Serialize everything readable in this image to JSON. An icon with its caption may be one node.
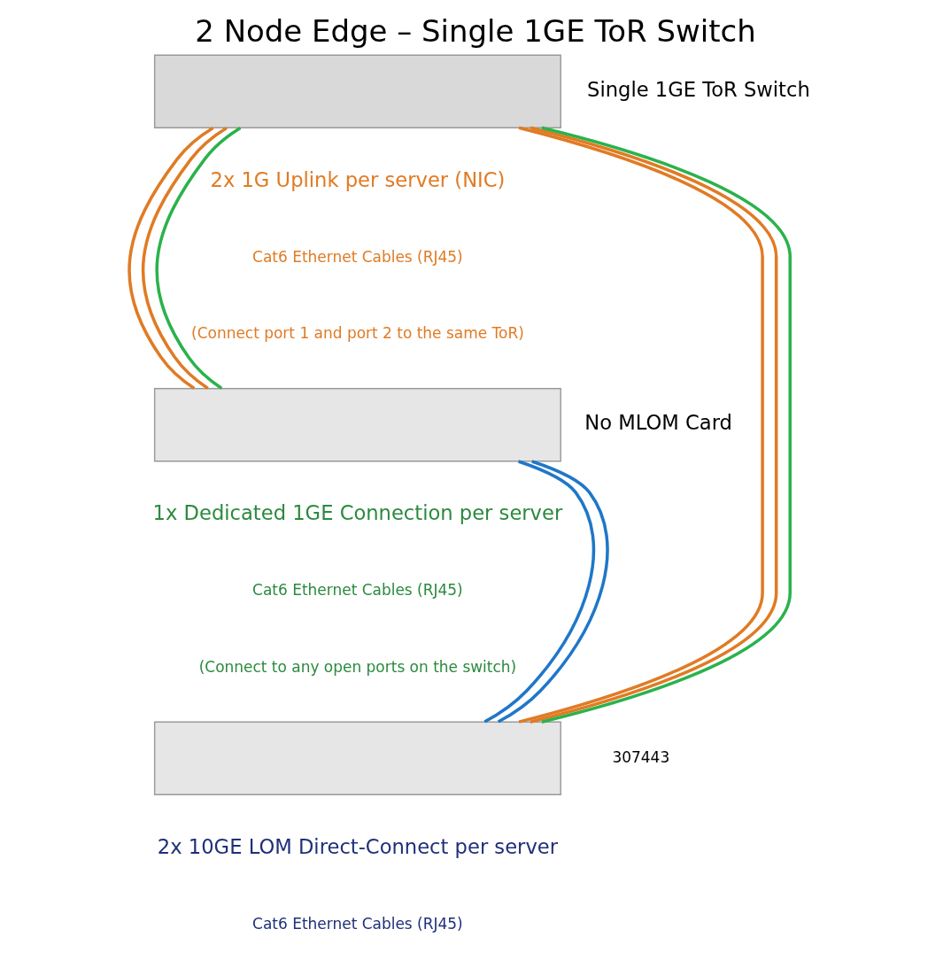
{
  "diagram": {
    "title": "2 Node Edge – Single 1GE ToR Switch",
    "nodes": [
      {
        "text": [],
        "shape": "box",
        "beside": [
          "Single 1GE ToR Switch"
        ]
      },
      {
        "text": [],
        "shape": "box",
        "beside": [
          "No MLOM Card"
        ]
      },
      {
        "text": [],
        "shape": "box"
      }
    ],
    "edges": [
      {
        "from": 0,
        "to": 1,
        "arrow": "none",
        "color": "#e07b24"
      },
      {
        "from": 0,
        "to": 1,
        "arrow": "none",
        "color": "#e07b24"
      },
      {
        "from": 0,
        "to": 2,
        "arrow": "none",
        "color": "#e07b24"
      },
      {
        "from": 0,
        "to": 2,
        "arrow": "none",
        "color": "#e07b24"
      },
      {
        "from": 0,
        "to": 1,
        "arrow": "none",
        "color": "#2bb24c"
      },
      {
        "from": 0,
        "to": 2,
        "arrow": "none",
        "color": "#2bb24c"
      },
      {
        "from": 1,
        "to": 2,
        "arrow": "none",
        "color": "#1f77c8"
      },
      {
        "from": 1,
        "to": 2,
        "arrow": "none",
        "color": "#1f77c8"
      }
    ],
    "labels": [
      "2x 1G Uplink per server (NIC)",
      "Cat6 Ethernet Cables (RJ45)",
      "(Connect port 1 and port 2 to the same ToR)",
      "1x Dedicated 1GE Connection per server",
      "Cat6 Ethernet Cables (RJ45)",
      "(Connect to any open ports on the switch)",
      "2x 10GE LOM Direct-Connect per server",
      "Cat6 Ethernet Cables (RJ45)",
      "307443"
    ]
  }
}
